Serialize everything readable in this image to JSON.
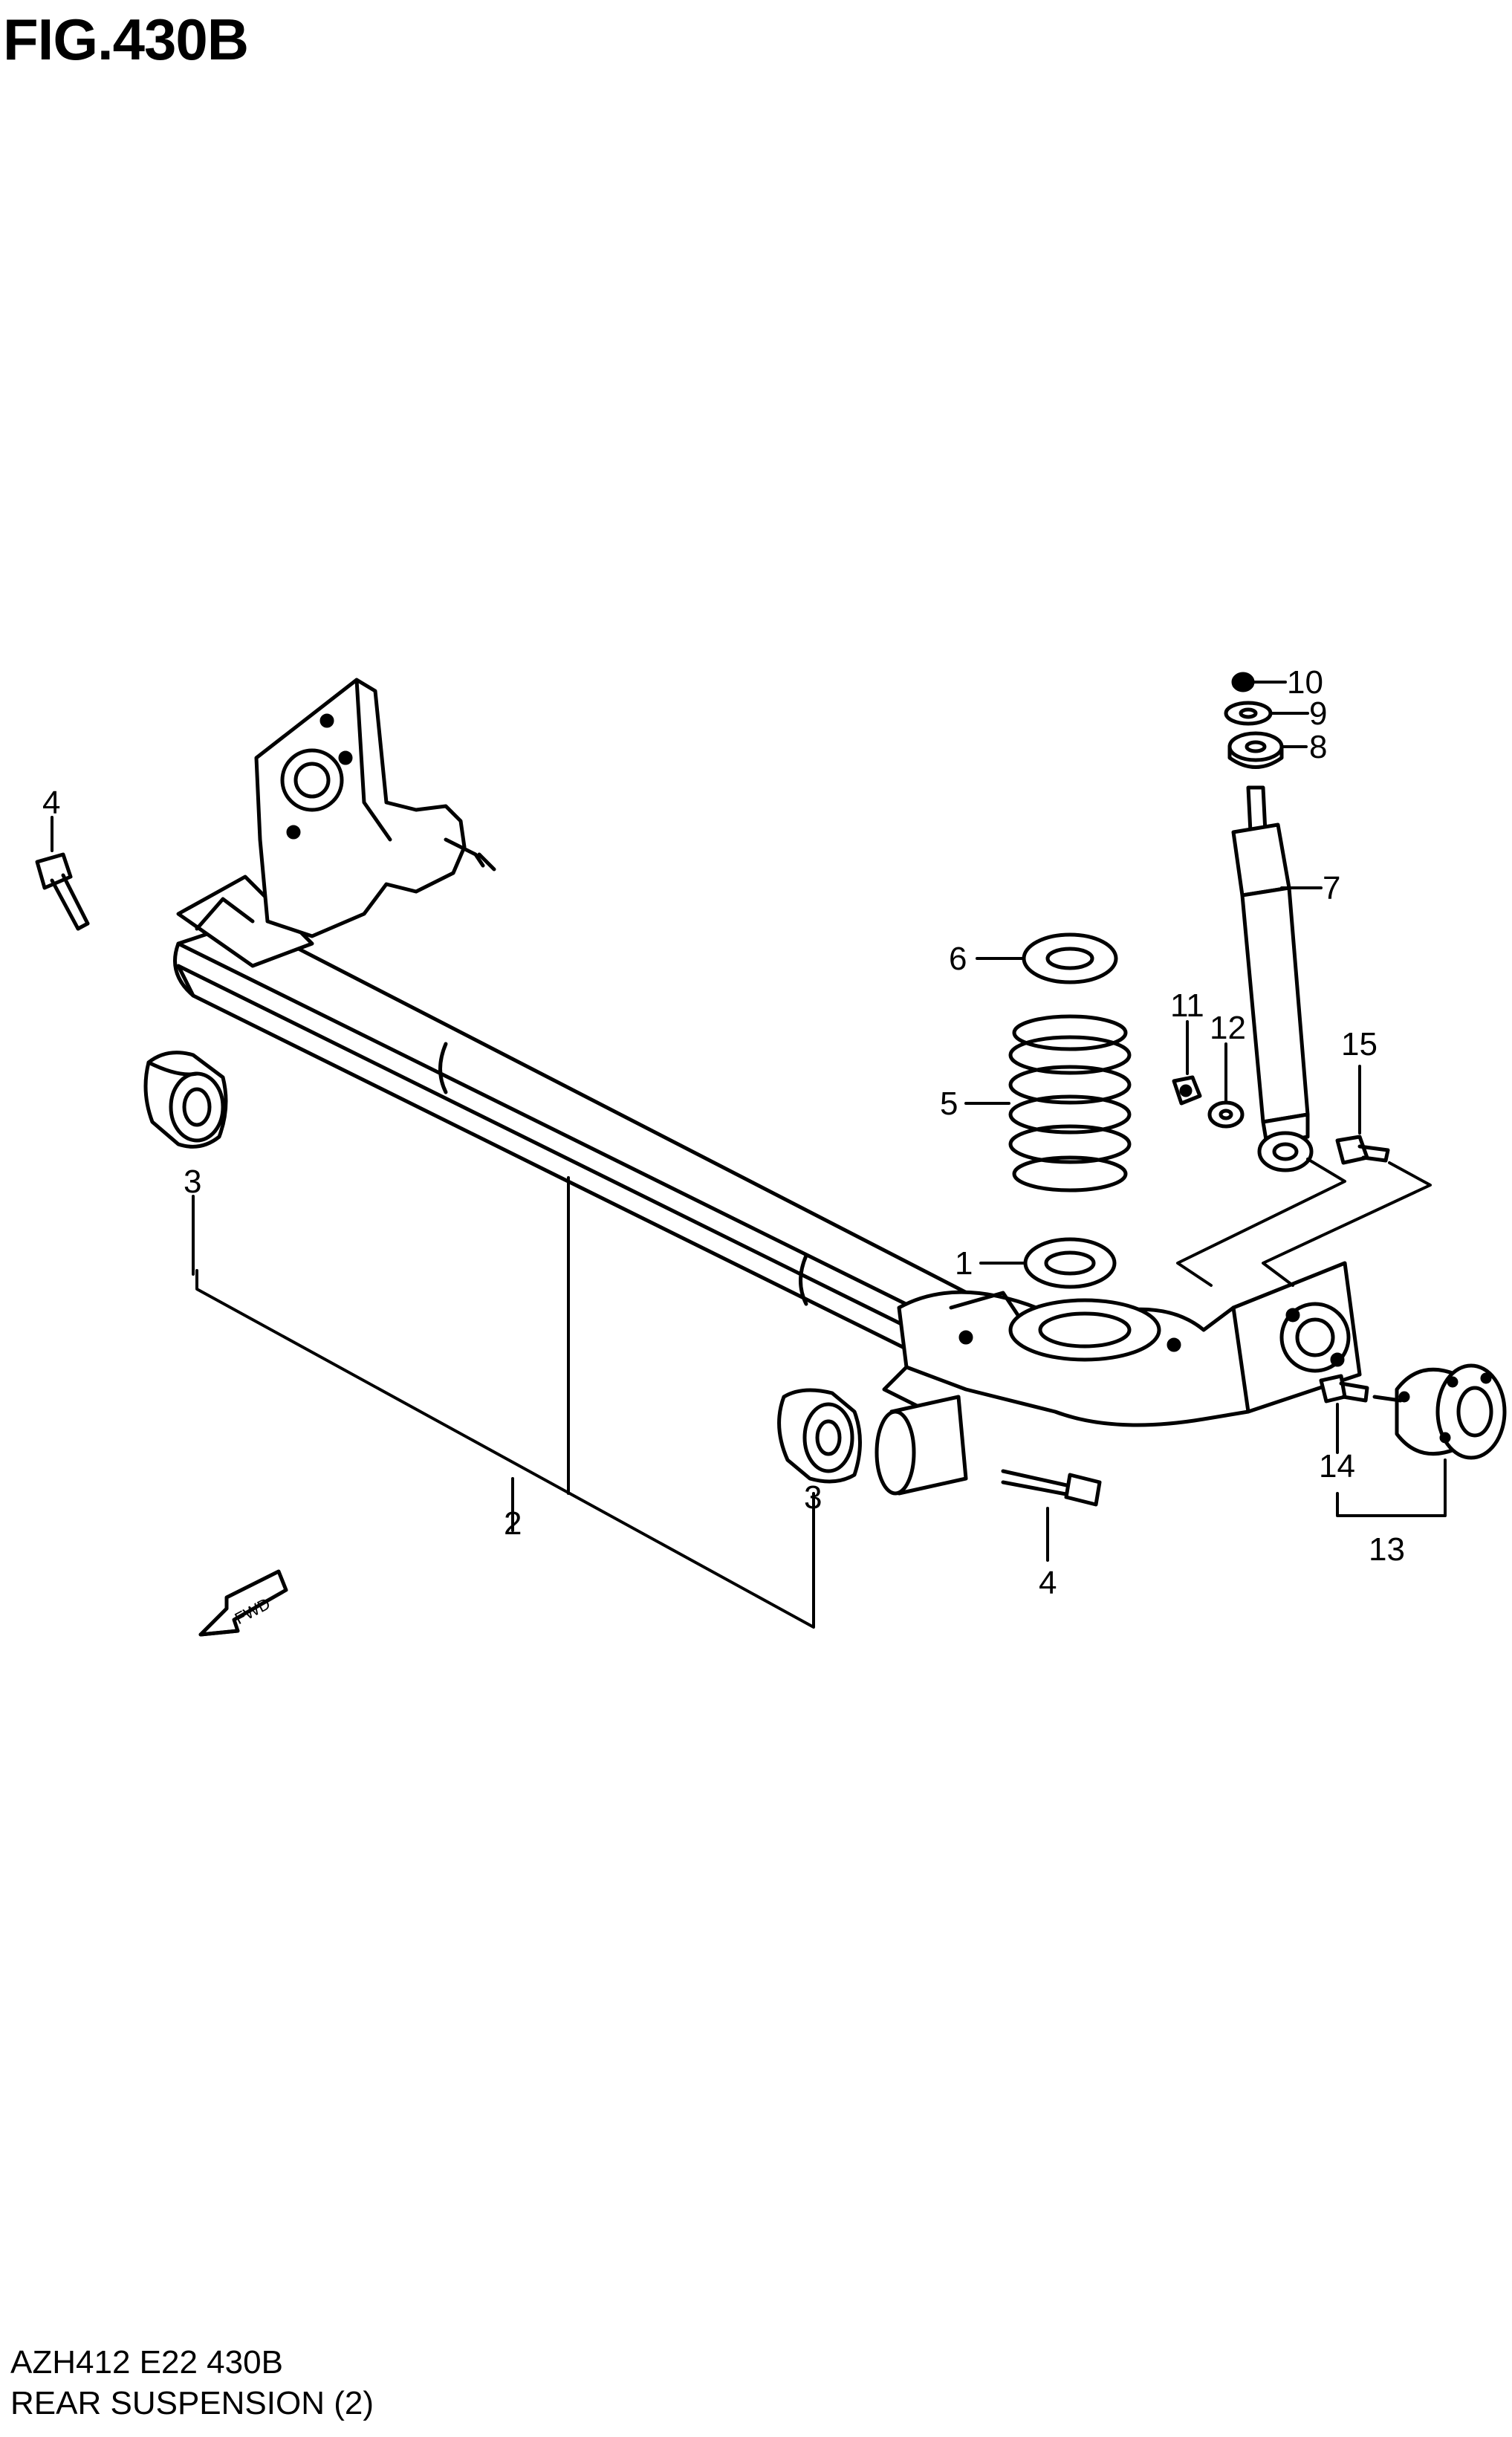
{
  "figure": {
    "title": "FIG.430B"
  },
  "footer": {
    "code": "AZH412 E22 430B",
    "name": "REAR SUSPENSION (2)"
  },
  "callouts": {
    "c1": "1",
    "c2": "2",
    "c3a": "3",
    "c3b": "3",
    "c4a": "4",
    "c4b": "4",
    "c5": "5",
    "c6": "6",
    "c7": "7",
    "c8": "8",
    "c9": "9",
    "c10": "10",
    "c11": "11",
    "c12": "12",
    "c13": "13",
    "c14": "14",
    "c15": "15"
  },
  "fwd_arrow": {
    "label": "FWD"
  }
}
